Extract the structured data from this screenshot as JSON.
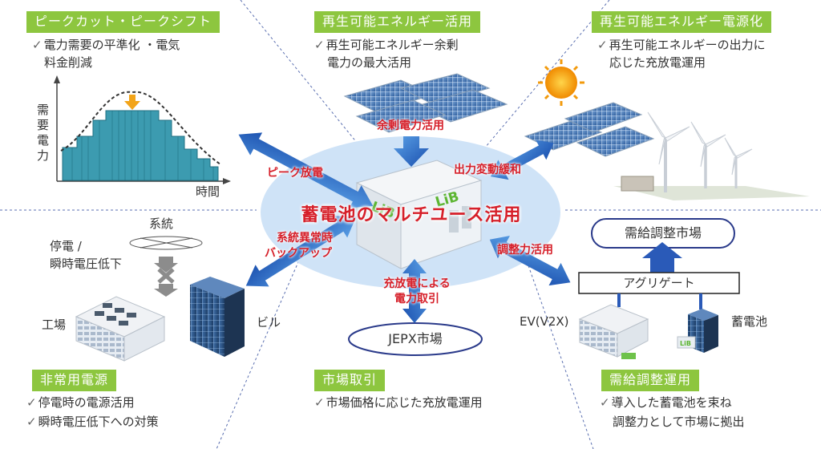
{
  "center": {
    "title": "蓄電池のマルチユース活用"
  },
  "top_left": {
    "tag": "ピークカット・ピークシフト",
    "lines": [
      "電力需要の平準化 ・電気",
      "料金削減"
    ],
    "chart": {
      "ylabel": "需要電力",
      "xlabel": "時間"
    }
  },
  "top_center": {
    "tag": "再生可能エネルギー活用",
    "lines": [
      "再生可能エネルギー余剰",
      "電力の最大活用"
    ]
  },
  "top_right": {
    "tag": "再生可能エネルギー電源化",
    "lines": [
      "再生可能エネルギーの出力に",
      "応じた充放電運用"
    ]
  },
  "bottom_left": {
    "tag": "非常用電源",
    "lines": [
      "停電時の電源活用",
      "瞬時電圧低下への対策"
    ],
    "labels": {
      "grid": "系統",
      "outage_1": "停電 /",
      "outage_2": "瞬時電圧低下",
      "factory": "工場",
      "building": "ビル"
    }
  },
  "bottom_center": {
    "tag": "市場取引",
    "lines": [
      "市場価格に応じた充放電運用"
    ],
    "market": "JEPX市場"
  },
  "bottom_right": {
    "tag": "需給調整運用",
    "lines": [
      "導入した蓄電池を束ね",
      "調整力として市場に拠出"
    ],
    "market": "需給調整市場",
    "aggregate": "アグリゲート",
    "ev": "EV(V2X)",
    "battery": "蓄電池"
  },
  "arrows": {
    "surplus": "余剰電力活用",
    "peak": "ピーク放電",
    "fluctuation": "出力変動緩和",
    "backup_1": "系統異常時",
    "backup_2": "バックアップ",
    "adjust": "調整力活用",
    "trade_1": "充放電による",
    "trade_2": "電力取引"
  },
  "battery_unit": {
    "logo": "LiB"
  },
  "colors": {
    "tag_green": "#8dc63f",
    "arrow_blue": "#1a56b8",
    "ellipse": "#cfe3f7",
    "red_text": "#d6202a"
  }
}
